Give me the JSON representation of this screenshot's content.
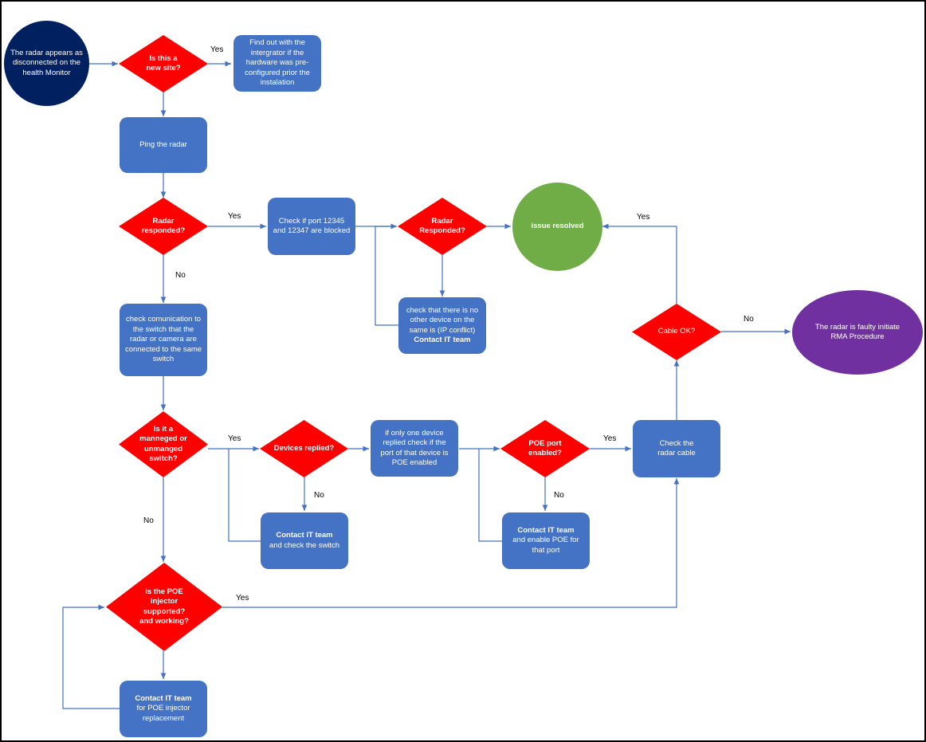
{
  "colors": {
    "process": "#4472c4",
    "decision": "#ff0000",
    "start": "#002060",
    "resolved": "#70ad47",
    "faulty": "#7030a0",
    "connector": "#4472c4"
  },
  "nodes": {
    "start": "The radar appears as disconnected on the health Monitor",
    "new_site": "Is this a new site?",
    "integrator": "Find out with the intergrator if the hardware was pre-configured prior the instalation",
    "ping": "Ping the radar",
    "radar_responded": "Radar responded?",
    "check_ports": "Check if port 12345 and 12347 are blocked",
    "radar_responded2": "Radar Responded?",
    "issue_resolved": "issue resolved",
    "ip_conflict": "check that there is no other device on the same is (IP conflict)",
    "ip_conflict_bold": "Contact IT team",
    "check_comm": "check comunication to the switch that the radar or camera are connected to the same switch",
    "managed_switch": "Is it a manneged or unmanged switch?",
    "devices_replied": "Devices replied?",
    "one_device": "if only one device replied check if the port of that device is POE enabled",
    "poe_enabled": "POE port enabled?",
    "check_cable": "Check the radar cable",
    "cable_ok": "Cable OK?",
    "faulty": "The radar is faulty initiate RMA Procedure",
    "contact_switch_bold": "Contact IT team",
    "contact_switch": "and check the switch",
    "enable_poe_bold": "Contact IT team",
    "enable_poe": "and enable POE for that port",
    "poe_injector": "is the POE injector supported? and working?",
    "replace_injector_bold": "Contact IT team",
    "replace_injector": "for POE injector replacement"
  },
  "edge_labels": {
    "new_site_yes": "Yes",
    "responded_yes": "Yes",
    "responded_no": "No",
    "cable_yes": "Yes",
    "cable_no": "No",
    "managed_yes": "Yes",
    "managed_no": "No",
    "devices_no": "No",
    "poe_yes": "Yes",
    "poe_no": "No",
    "injector_yes": "Yes"
  }
}
